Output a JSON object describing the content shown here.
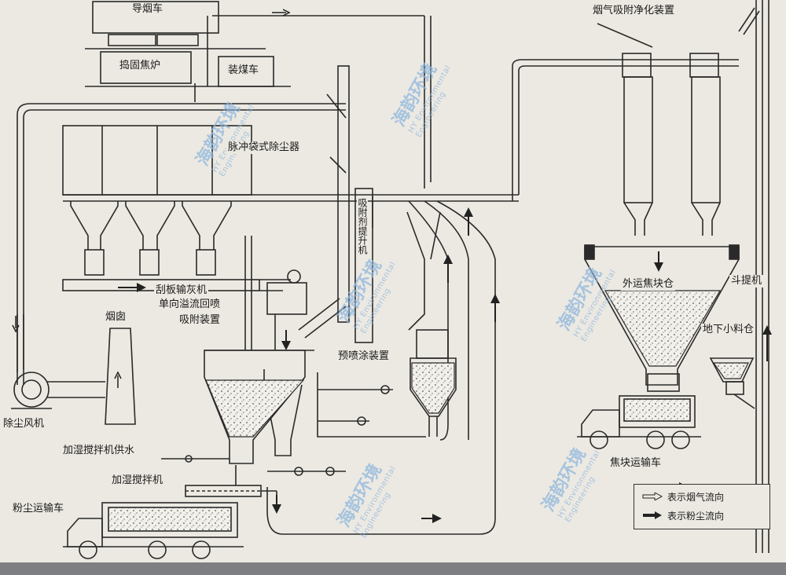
{
  "labels": {
    "guide_car": "导烟车",
    "coke_oven": "捣固焦炉",
    "coal_car": "装煤车",
    "fume_purifier": "烟气吸附净化装置",
    "bag_filter": "脉冲袋式除尘器",
    "scraper_conveyor": "刮板输灰机",
    "reflux_adsorber_line1": "单向溢流回喷",
    "reflux_adsorber_line2": "吸附装置",
    "chimney": "烟囱",
    "fan": "除尘风机",
    "humidifier_water": "加湿搅拌机供水",
    "humidifier": "加湿搅拌机",
    "dust_truck": "粉尘运输车",
    "prespray": "预喷涂装置",
    "coke_silo": "外运焦块仓",
    "bucket_elevator": "斗提机",
    "underground_bin": "地下小料仓",
    "coke_truck": "焦块运输车",
    "vertical_conveyor": "吸附剂提升机"
  },
  "legend": {
    "fume_flow": "表示烟气流向",
    "dust_flow": "表示粉尘流向"
  },
  "watermark": {
    "cn": "海韵环境",
    "en_line1": "HY Environmental",
    "en_line2": "Engineering"
  },
  "colors": {
    "line": "#2a2a2a",
    "paper": "#ece9e2",
    "watermark": "#8fb7dd",
    "bottom_bar": "#7d7f82"
  }
}
